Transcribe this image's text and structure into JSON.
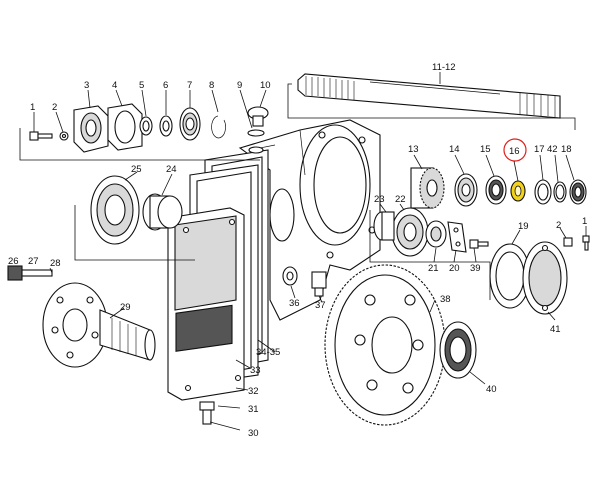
{
  "labels": {
    "p1a": "1",
    "p2a": "2",
    "p3": "3",
    "p4": "4",
    "p5": "5",
    "p6": "6",
    "p7": "7",
    "p8": "8",
    "p9": "9",
    "p10": "10",
    "p11_12": "11-12",
    "p13": "13",
    "p14": "14",
    "p15": "15",
    "p16": "16",
    "p17": "17",
    "p42": "42",
    "p18": "18",
    "p1b": "1",
    "p2b": "2",
    "p19": "19",
    "p20": "20",
    "p21": "21",
    "p22": "22",
    "p23": "23",
    "p24": "24",
    "p25": "25",
    "p26": "26",
    "p27": "27",
    "p28": "28",
    "p29": "29",
    "p30": "30",
    "p31": "31",
    "p32": "32",
    "p33": "33",
    "p34_35": "34-35",
    "p36": "36",
    "p37": "37",
    "p38": "38",
    "p39": "39",
    "p40": "40",
    "p41": "41"
  },
  "highlight": {
    "part": "16",
    "circle_color": "#e0201b",
    "part_color": "#f2d21b"
  }
}
